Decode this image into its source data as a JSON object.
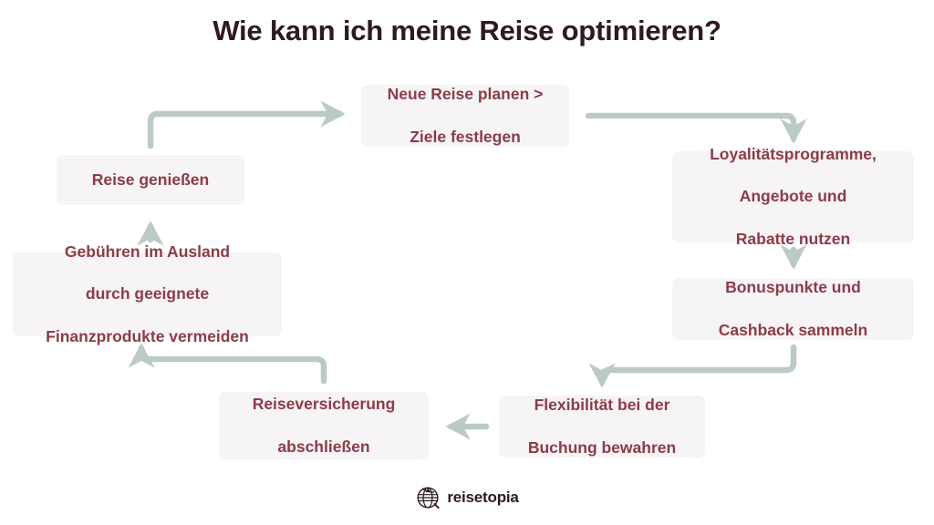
{
  "page": {
    "title": "Wie kann ich meine Reise optimieren?",
    "background_color": "#ffffff"
  },
  "theme": {
    "node_bg": "#f7f4f5",
    "node_text": "#8c3b49",
    "title_text": "#2e1a20",
    "arrow_color": "#bbcac4"
  },
  "flow": {
    "nodes": [
      {
        "id": "plan",
        "label": "Neue Reise planen >\nZiele festlegen"
      },
      {
        "id": "loyalty",
        "label": "Loyalitätsprogramme,\nAngebote und\nRabatte nutzen"
      },
      {
        "id": "bonus",
        "label": "Bonuspunkte und\nCashback sammeln"
      },
      {
        "id": "flex",
        "label": "Flexibilität bei der\nBuchung bewahren"
      },
      {
        "id": "insure",
        "label": "Reiseversicherung\nabschließen"
      },
      {
        "id": "fees",
        "label": "Gebühren im Ausland\ndurch geeignete\nFinanzprodukte vermeiden"
      },
      {
        "id": "enjoy",
        "label": "Reise genießen"
      }
    ],
    "node_labels": {
      "plan_line1": "Neue Reise planen >",
      "plan_line2": "Ziele festlegen",
      "loyalty_line1": "Loyalitätsprogramme,",
      "loyalty_line2": "Angebote und",
      "loyalty_line3": "Rabatte nutzen",
      "bonus_line1": "Bonuspunkte und",
      "bonus_line2": "Cashback sammeln",
      "flex_line1": "Flexibilität bei der",
      "flex_line2": "Buchung bewahren",
      "insure_line1": "Reiseversicherung",
      "insure_line2": "abschließen",
      "fees_line1": "Gebühren im Ausland",
      "fees_line2": "durch geeignete",
      "fees_line3": "Finanzprodukte vermeiden",
      "enjoy_line1": "Reise genießen"
    },
    "edges": [
      {
        "id": "enjoy-to-plan",
        "from": "enjoy",
        "to": "plan",
        "shape": "up-right"
      },
      {
        "id": "plan-to-loyalty",
        "from": "plan",
        "to": "loyalty",
        "shape": "right-down"
      },
      {
        "id": "loyalty-to-bonus",
        "from": "loyalty",
        "to": "bonus",
        "shape": "down"
      },
      {
        "id": "bonus-to-flex",
        "from": "bonus",
        "to": "flex",
        "shape": "down-left-down"
      },
      {
        "id": "flex-to-insure",
        "from": "flex",
        "to": "insure",
        "shape": "left"
      },
      {
        "id": "insure-to-fees",
        "from": "insure",
        "to": "fees",
        "shape": "up-left-up"
      },
      {
        "id": "fees-to-enjoy",
        "from": "fees",
        "to": "enjoy",
        "shape": "up"
      }
    ]
  },
  "logo": {
    "text": "reisetopia",
    "icon": "globe-icon"
  }
}
